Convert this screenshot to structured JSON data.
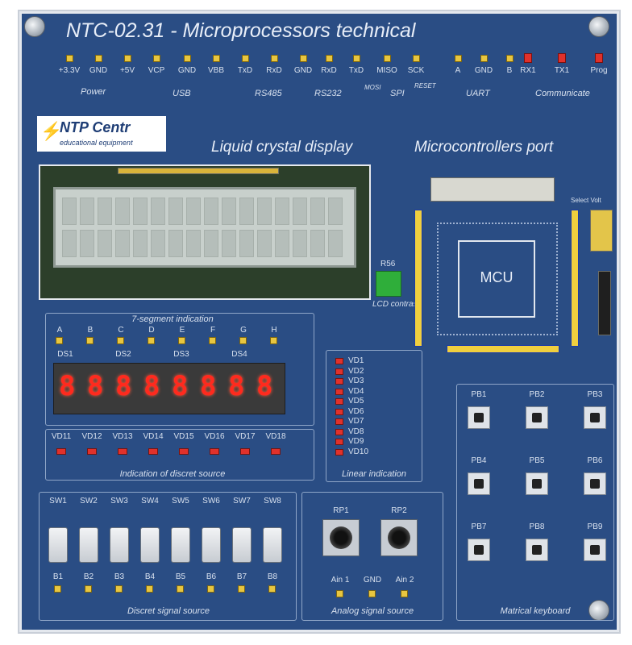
{
  "title": "NTC-02.31 - Microprocessors technical",
  "top_connectors": [
    {
      "label": "+3.3V"
    },
    {
      "label": "GND"
    },
    {
      "label": "+5V"
    },
    {
      "label": "VCP"
    },
    {
      "label": "GND"
    },
    {
      "label": "VBB"
    },
    {
      "label": "TxD"
    },
    {
      "label": "RxD"
    },
    {
      "label": "GND"
    },
    {
      "label": "RxD"
    },
    {
      "label": "TxD"
    },
    {
      "label": "MISO"
    },
    {
      "label": "SCK"
    },
    {
      "label": "A"
    },
    {
      "label": "GND"
    },
    {
      "label": "B"
    }
  ],
  "top_groups": {
    "power": "Power",
    "usb": "USB",
    "rs485": "RS485",
    "rs232": "RS232",
    "mosi": "MOSI",
    "spi": "SPI",
    "reset": "RESET",
    "uart": "UART",
    "communicate": "Communicate"
  },
  "comm_pins": [
    {
      "label": "RX1"
    },
    {
      "label": "TX1"
    },
    {
      "label": "Prog"
    }
  ],
  "logo": {
    "name": "NTP Centr",
    "sub": "educational equipment"
  },
  "lcd": {
    "heading": "Liquid crystal display",
    "pot_label": "R56",
    "contrast_label": "LCD contrast"
  },
  "mcu": {
    "heading": "Microcontrollers port",
    "chip_label": "MCU",
    "select_label": "Select Volt"
  },
  "seven_segment": {
    "heading": "7-segment indication",
    "segments": [
      "A",
      "B",
      "C",
      "D",
      "E",
      "F",
      "G",
      "H"
    ],
    "modules": [
      "DS1",
      "DS2",
      "DS3",
      "DS4"
    ],
    "digits": [
      "8",
      "8",
      "8",
      "8",
      "8",
      "8",
      "8",
      "8"
    ]
  },
  "discrete_leds": {
    "heading": "Indication of discret source",
    "labels": [
      "VD11",
      "VD12",
      "VD13",
      "VD14",
      "VD15",
      "VD16",
      "VD17",
      "VD18"
    ]
  },
  "linear": {
    "heading": "Linear indication",
    "labels": [
      "VD1",
      "VD2",
      "VD3",
      "VD4",
      "VD5",
      "VD6",
      "VD7",
      "VD8",
      "VD9",
      "VD10"
    ]
  },
  "keyboard": {
    "heading": "Matrical keyboard",
    "buttons": [
      "PB1",
      "PB2",
      "PB3",
      "PB4",
      "PB5",
      "PB6",
      "PB7",
      "PB8",
      "PB9"
    ]
  },
  "switches": {
    "heading": "Discret signal source",
    "top_labels": [
      "SW1",
      "SW2",
      "SW3",
      "SW4",
      "SW5",
      "SW6",
      "SW7",
      "SW8"
    ],
    "bottom_labels": [
      "B1",
      "B2",
      "B3",
      "B4",
      "B5",
      "B6",
      "B7",
      "B8"
    ]
  },
  "analog": {
    "heading": "Analog signal source",
    "pots": [
      "RP1",
      "RP2"
    ],
    "outputs": [
      "Ain 1",
      "GND",
      "Ain 2"
    ]
  },
  "colors": {
    "board": "#2a4d84",
    "led": "#e0312b",
    "pin": "#e8c640"
  }
}
